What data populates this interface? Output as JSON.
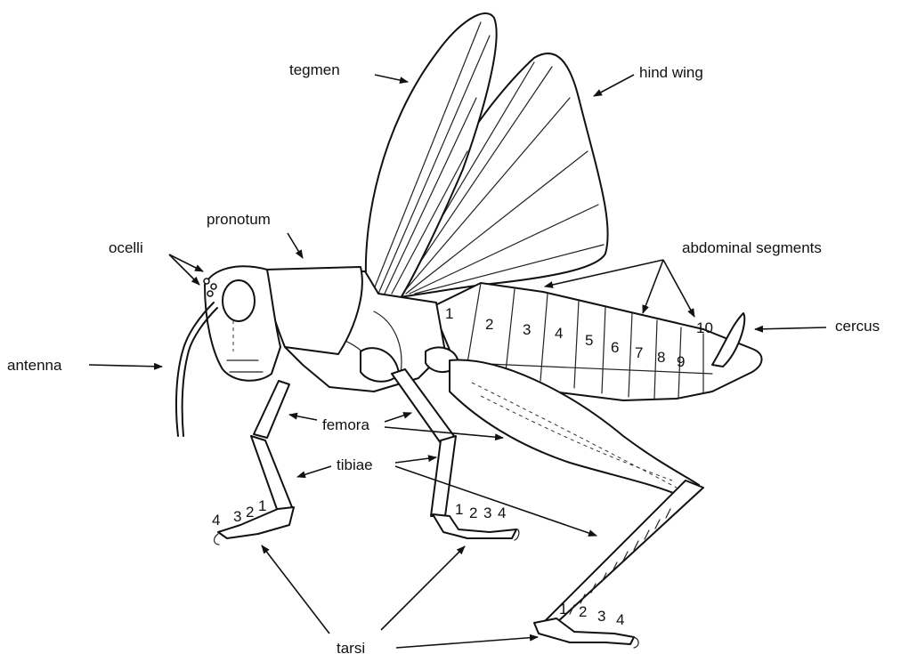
{
  "labels": {
    "tegmen": "tegmen",
    "hind_wing": "hind wing",
    "pronotum": "pronotum",
    "ocelli": "ocelli",
    "abdominal_segments": "abdominal segments",
    "antenna": "antenna",
    "cercus": "cercus",
    "femora": "femora",
    "tibiae": "tibiae",
    "tarsi": "tarsi"
  },
  "segment_numbers": [
    "1",
    "2",
    "3",
    "4",
    "5",
    "6",
    "7",
    "8",
    "9",
    "10"
  ],
  "front_tarsus_numbers": [
    "4",
    "3",
    "2",
    "1"
  ],
  "mid_tarsus_numbers": [
    "1",
    "2",
    "3",
    "4"
  ],
  "hind_tarsus_numbers": [
    "1",
    "2",
    "3",
    "4"
  ]
}
